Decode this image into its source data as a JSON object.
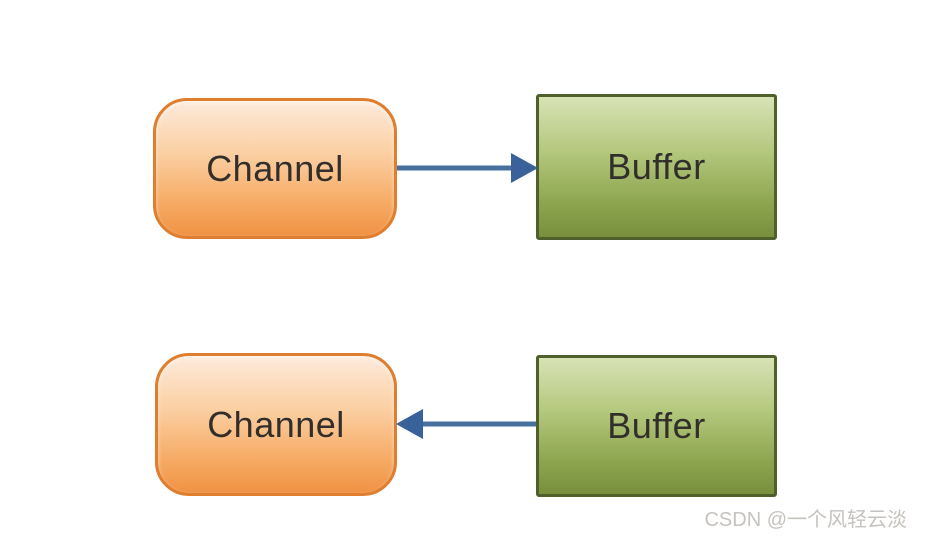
{
  "diagram": {
    "nodes": [
      {
        "id": "channel-top",
        "label": "Channel",
        "shape": "rounded-rect",
        "color_theme": "orange"
      },
      {
        "id": "buffer-top",
        "label": "Buffer",
        "shape": "rect",
        "color_theme": "green"
      },
      {
        "id": "channel-bottom",
        "label": "Channel",
        "shape": "rounded-rect",
        "color_theme": "orange"
      },
      {
        "id": "buffer-bottom",
        "label": "Buffer",
        "shape": "rect",
        "color_theme": "green"
      }
    ],
    "edges": [
      {
        "from": "channel-top",
        "to": "buffer-top",
        "direction": "right"
      },
      {
        "from": "buffer-bottom",
        "to": "channel-bottom",
        "direction": "left"
      }
    ]
  },
  "watermark": {
    "text": "CSDN @一个风轻云淡"
  },
  "colors": {
    "channel_border": "#de7e2e",
    "channel_fill_top": "#fdeadb",
    "channel_fill_bottom": "#f09244",
    "buffer_border": "#50602a",
    "buffer_fill_top": "#d8e2b6",
    "buffer_fill_bottom": "#78903c",
    "arrow": "#47709f",
    "arrow_head": "#39619a",
    "label_text": "#312e2b",
    "watermark_text": "#c6c2be"
  }
}
